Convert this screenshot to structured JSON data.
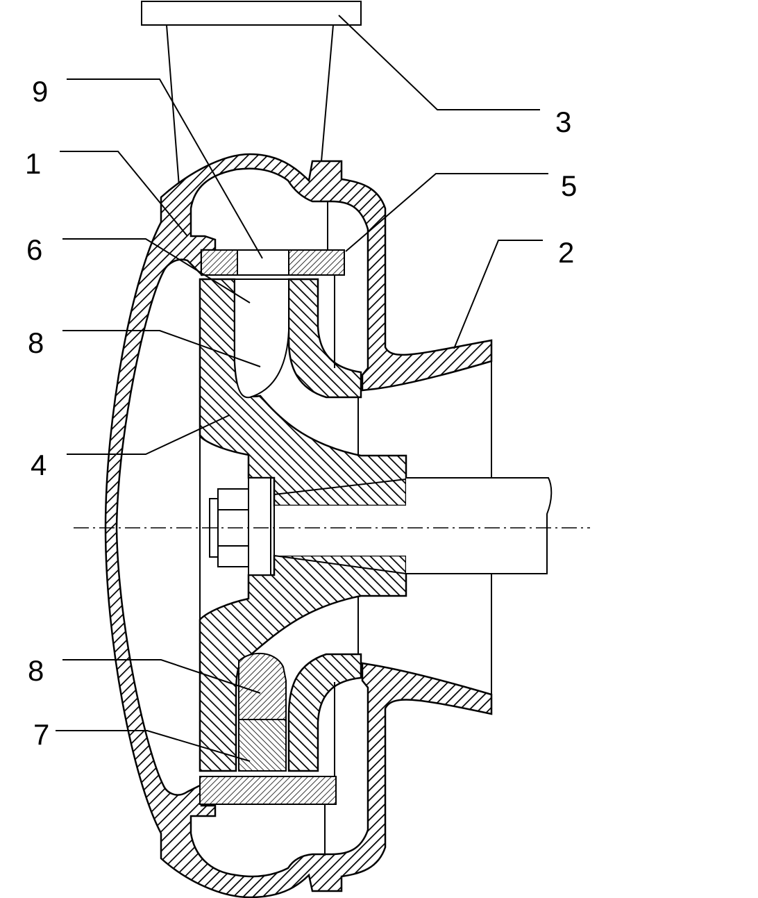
{
  "labels": {
    "l1": "1",
    "l2": "2",
    "l3": "3",
    "l4": "4",
    "l5": "5",
    "l6": "6",
    "l7": "7",
    "l8a": "8",
    "l8b": "8",
    "l9": "9"
  }
}
